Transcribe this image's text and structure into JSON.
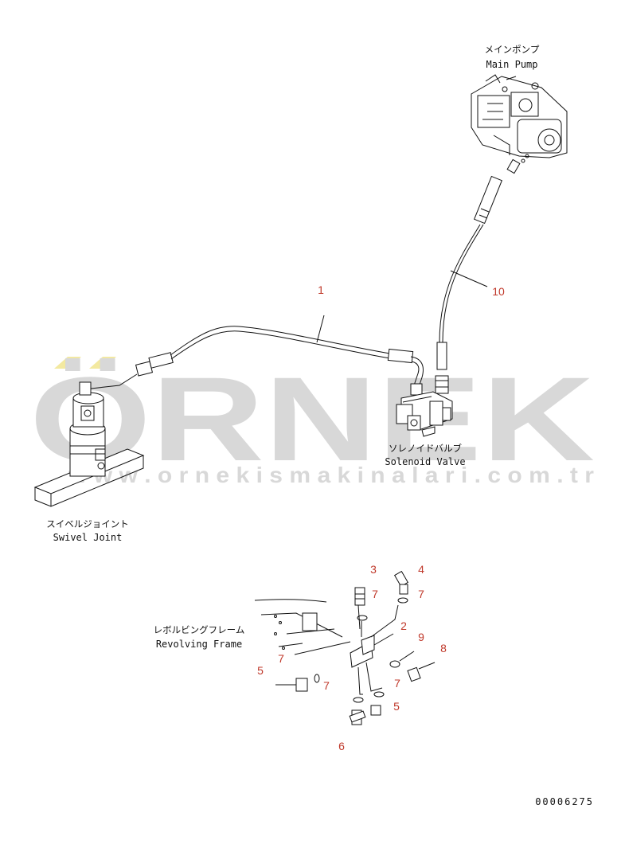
{
  "watermark": {
    "brand": "ÖRNEK",
    "url": "w w w . o r n e k i s m a k i n a l a r i . c o m . t r",
    "brand_color": "#d8d8d8",
    "accent_color": "#f3e9a0"
  },
  "components": {
    "main_pump": {
      "jp": "メインポンプ",
      "en": "Main Pump"
    },
    "solenoid_valve": {
      "jp": "ソレノイドバルブ",
      "en": "Solenoid Valve"
    },
    "swivel_joint": {
      "jp": "スイベルジョイント",
      "en": "Swivel Joint"
    },
    "revolving_frame": {
      "jp": "レボルビングフレーム",
      "en": "Revolving Frame"
    }
  },
  "callouts": [
    {
      "id": "c1",
      "text": "1"
    },
    {
      "id": "c10",
      "text": "10"
    },
    {
      "id": "c3",
      "text": "3"
    },
    {
      "id": "c4",
      "text": "4"
    },
    {
      "id": "c7a",
      "text": "7"
    },
    {
      "id": "c7b",
      "text": "7"
    },
    {
      "id": "c2",
      "text": "2"
    },
    {
      "id": "c9",
      "text": "9"
    },
    {
      "id": "c8",
      "text": "8"
    },
    {
      "id": "c7c",
      "text": "7"
    },
    {
      "id": "c5a",
      "text": "5"
    },
    {
      "id": "c7d",
      "text": "7"
    },
    {
      "id": "c7e",
      "text": "7"
    },
    {
      "id": "c5b",
      "text": "5"
    },
    {
      "id": "c6",
      "text": "6"
    }
  ],
  "callout_color": "#c0392b",
  "drawing_number": "00006275"
}
